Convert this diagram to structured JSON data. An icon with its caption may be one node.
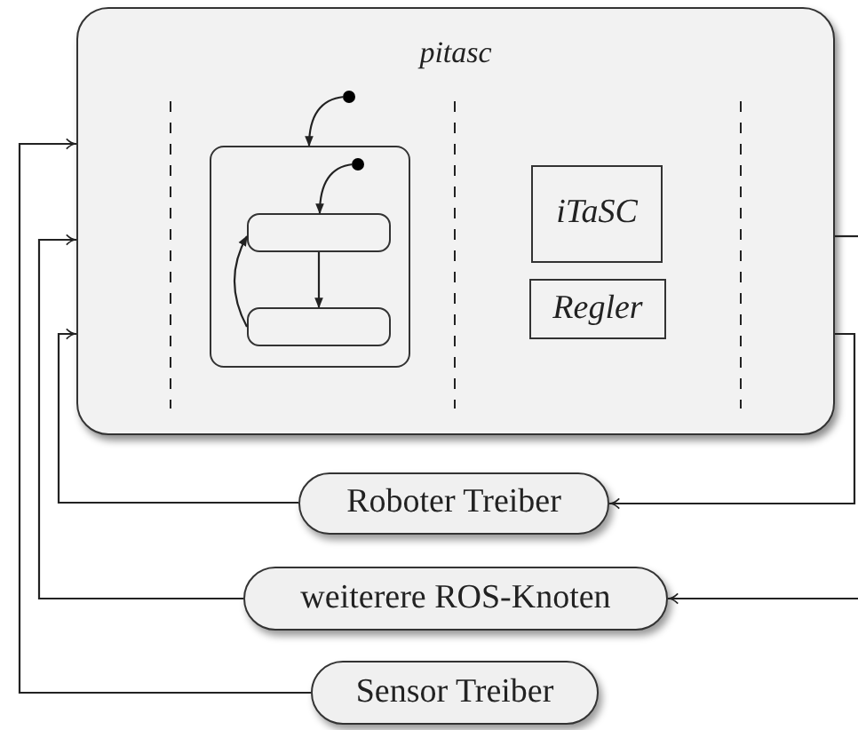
{
  "diagram": {
    "nodes": [
      {
        "text": [
          "pitasc"
        ]
      },
      {
        "text": [],
        "shape": "box",
        "in": 0
      },
      {
        "text": [],
        "shape": "box",
        "in": 1
      },
      {
        "text": [],
        "shape": "box",
        "in": 1
      },
      {
        "text": [],
        "shape": "circle",
        "in": 0
      },
      {
        "text": [],
        "shape": "circle",
        "in": 1
      },
      {
        "text": [
          "iTaSC"
        ],
        "in": 0
      },
      {
        "text": [
          "Regler"
        ],
        "in": 0
      },
      {
        "text": [
          "Roboter Treiber"
        ]
      },
      {
        "text": [
          "weiterere ROS-Knoten"
        ]
      },
      {
        "text": [
          "Sensor Treiber"
        ]
      }
    ],
    "edges": [
      {
        "from": 4,
        "to": 1,
        "arrow": "to"
      },
      {
        "from": 5,
        "to": 2,
        "arrow": "to"
      },
      {
        "from": 2,
        "to": 3,
        "arrow": "to"
      },
      {
        "from": 3,
        "to": 2,
        "arrow": "to"
      },
      {
        "from": 0,
        "to": 8,
        "arrow": "to"
      },
      {
        "from": 0,
        "to": null,
        "arrow": "none"
      },
      {
        "from": null,
        "to": 9,
        "arrow": "to"
      },
      {
        "from": 8,
        "to": 0,
        "arrow": "to"
      },
      {
        "from": 9,
        "to": 0,
        "arrow": "to"
      },
      {
        "from": 10,
        "to": 0,
        "arrow": "to"
      }
    ]
  }
}
